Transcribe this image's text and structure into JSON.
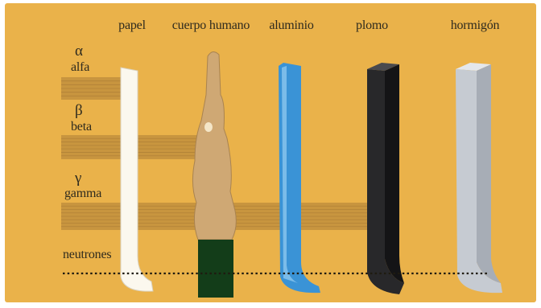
{
  "colors": {
    "background": "#eab24a",
    "band": "#c4913e",
    "paper": "#fbf8ee",
    "arm": "#cfa874",
    "sleeve": "#133d19",
    "aluminum": "#3a93d6",
    "lead": "#28282a",
    "concrete": "#c6cbd2",
    "text": "#2e2a1e"
  },
  "materials": [
    {
      "id": "paper",
      "label": "papel",
      "icon": "paper-sheet-shape"
    },
    {
      "id": "body",
      "label": "cuerpo humano",
      "icon": "hand-arm-shape"
    },
    {
      "id": "aluminum",
      "label": "aluminio",
      "icon": "aluminum-sheet-shape"
    },
    {
      "id": "lead",
      "label": "plomo",
      "icon": "lead-block-shape"
    },
    {
      "id": "concrete",
      "label": "hormigón",
      "icon": "concrete-block-shape"
    }
  ],
  "radiations": [
    {
      "id": "alpha",
      "symbol": "α",
      "name": "alfa",
      "stops_at": "papel"
    },
    {
      "id": "beta",
      "symbol": "β",
      "name": "beta",
      "stops_at": "cuerpo humano"
    },
    {
      "id": "gamma",
      "symbol": "γ",
      "name": "gamma",
      "stops_at": "plomo"
    },
    {
      "id": "neutrons",
      "symbol": "",
      "name": "neutrones",
      "stops_at": "hormigón"
    }
  ]
}
